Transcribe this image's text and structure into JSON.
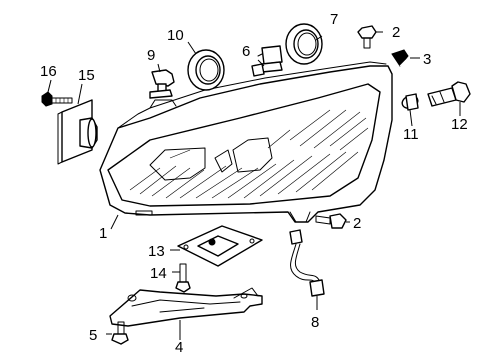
{
  "callouts": {
    "c1": "1",
    "c2a": "2",
    "c2b": "2",
    "c3": "3",
    "c4": "4",
    "c5": "5",
    "c6": "6",
    "c7": "7",
    "c8": "8",
    "c9": "9",
    "c10": "10",
    "c11": "11",
    "c12": "12",
    "c13": "13",
    "c14": "14",
    "c15": "15",
    "c16": "16"
  },
  "parts": [
    {
      "id": "1",
      "name": "headlamp-assembly"
    },
    {
      "id": "2",
      "name": "screw"
    },
    {
      "id": "3",
      "name": "clip"
    },
    {
      "id": "4",
      "name": "lower-bracket"
    },
    {
      "id": "5",
      "name": "bolt"
    },
    {
      "id": "6",
      "name": "bulb"
    },
    {
      "id": "7",
      "name": "seal-cap"
    },
    {
      "id": "8",
      "name": "wiring-harness"
    },
    {
      "id": "9",
      "name": "bulb"
    },
    {
      "id": "10",
      "name": "seal-cap"
    },
    {
      "id": "11",
      "name": "side-marker-bulb"
    },
    {
      "id": "12",
      "name": "socket"
    },
    {
      "id": "13",
      "name": "mounting-plate"
    },
    {
      "id": "14",
      "name": "bolt"
    },
    {
      "id": "15",
      "name": "control-module"
    },
    {
      "id": "16",
      "name": "bolt"
    }
  ]
}
